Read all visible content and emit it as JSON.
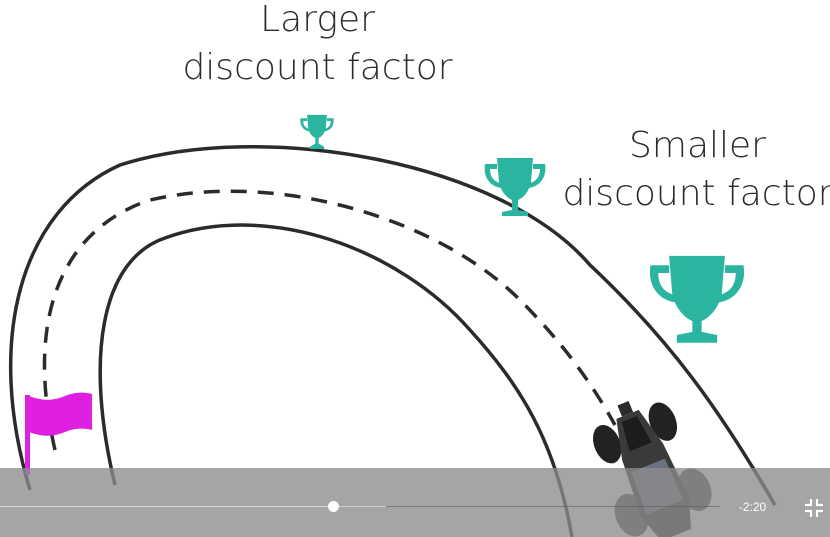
{
  "labels": {
    "larger_line1": "Larger",
    "larger_line2": "discount factor",
    "smaller_line1": "Smaller",
    "smaller_line2": "discount factor"
  },
  "icons": {
    "trophy_color": "#2bb5a0",
    "flag_color": "#e020e0",
    "track_color": "#2b2b2b"
  },
  "player": {
    "time_remaining": "-2:20",
    "progress": 0.4,
    "fullscreen_icon": "exit-fullscreen-icon"
  }
}
